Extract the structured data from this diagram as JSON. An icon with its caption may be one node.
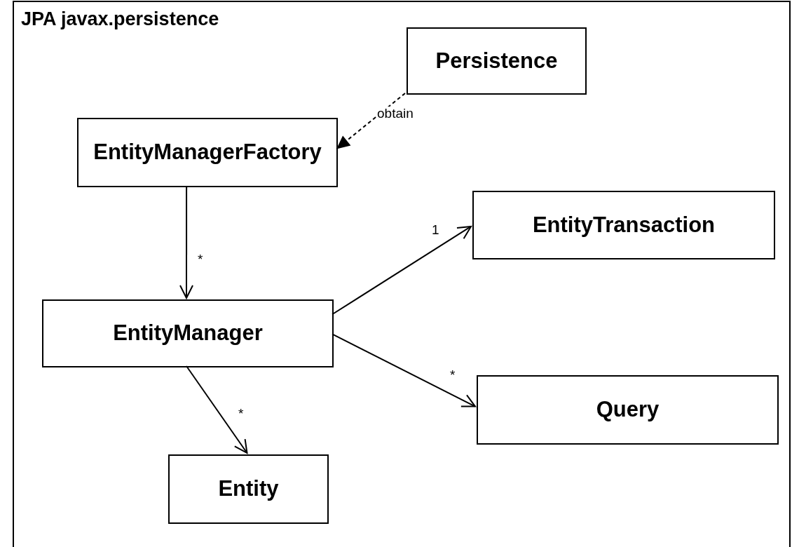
{
  "diagram": {
    "nodes": [
      {
        "text": [
          "JPA javax.persistence"
        ]
      },
      {
        "text": [
          "Persistence"
        ],
        "in": 0
      },
      {
        "text": [
          "EntityManagerFactory"
        ],
        "in": 0
      },
      {
        "text": [
          "EntityTransaction"
        ],
        "in": 0
      },
      {
        "text": [
          "EntityManager"
        ],
        "in": 0
      },
      {
        "text": [
          "Query"
        ],
        "in": 0
      },
      {
        "text": [
          "Entity"
        ],
        "in": 0
      }
    ],
    "edges": [
      {
        "from": 1,
        "to": 2,
        "arrow": "to",
        "style": "dashed",
        "label": "obtain"
      },
      {
        "from": 2,
        "to": 4,
        "arrow": "to",
        "label": "*"
      },
      {
        "from": 4,
        "to": 3,
        "arrow": "to",
        "label": "1"
      },
      {
        "from": 4,
        "to": 5,
        "arrow": "to",
        "label": "*"
      },
      {
        "from": 4,
        "to": 6,
        "arrow": "to",
        "label": "*"
      }
    ]
  }
}
